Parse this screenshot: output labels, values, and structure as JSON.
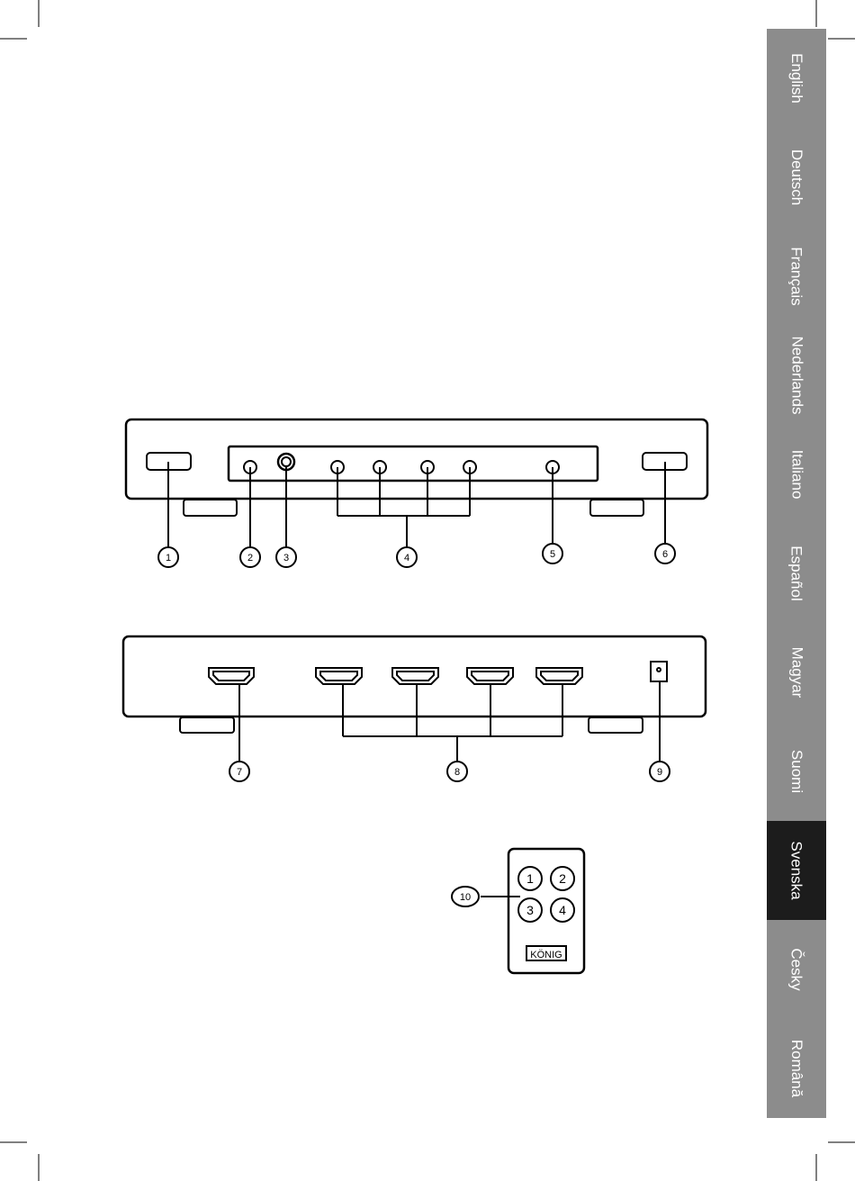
{
  "callouts": {
    "c1": "1",
    "c2": "2",
    "c3": "3",
    "c4": "4",
    "c5": "5",
    "c6": "6",
    "c7": "7",
    "c8": "8",
    "c9": "9",
    "c10": "10"
  },
  "remote": {
    "buttons": [
      "1",
      "2",
      "3",
      "4"
    ],
    "brand": "KÖNIG"
  },
  "language_tabs": {
    "active_color": "#1c1c1c",
    "inactive_color": "#8c8c8c",
    "items": [
      "English",
      "Deutsch",
      "Français",
      "Nederlands",
      "Italiano",
      "Español",
      "Magyar",
      "Suomi",
      "Svenska",
      "Česky",
      "Română"
    ],
    "active": "Svenska"
  }
}
